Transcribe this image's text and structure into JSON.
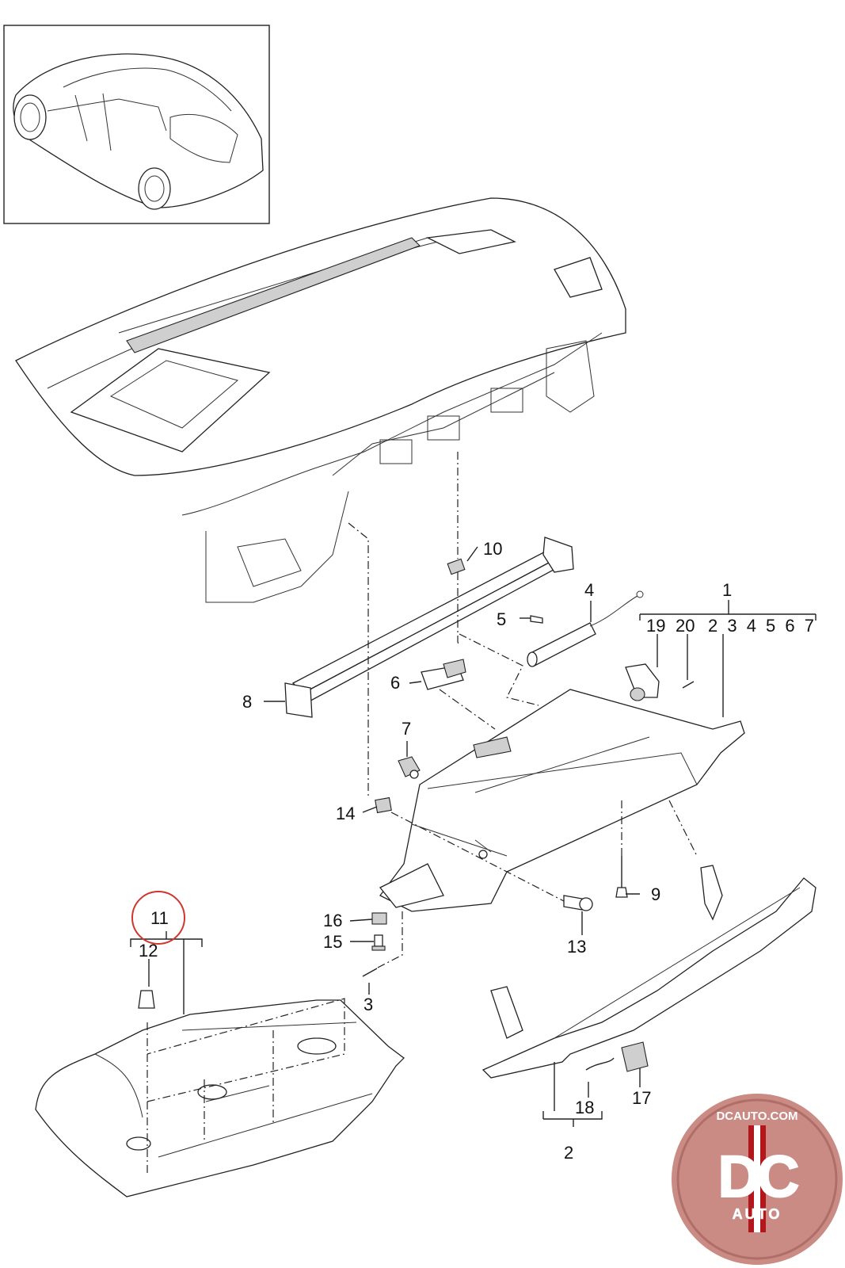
{
  "diagram": {
    "callouts": {
      "c1": "1",
      "c2": "2",
      "c3": "3",
      "c4": "4",
      "c5": "5",
      "c6": "6",
      "c7": "7",
      "c8": "8",
      "c9": "9",
      "c10": "10",
      "c11": "11",
      "c12": "12",
      "c13": "13",
      "c14": "14",
      "c15": "15",
      "c16": "16",
      "c17": "17",
      "c18": "18",
      "c19": "19",
      "c20": "20"
    },
    "group1_items": "2 3 4 5 6 7",
    "highlighted_callout": "11"
  },
  "logo": {
    "domain": "DCAUTO.COM",
    "letters": "DC",
    "sub": "AUTO",
    "colors": {
      "red": "#b3161b",
      "dark": "#2a2a2a",
      "bg": "#c98b84"
    }
  }
}
